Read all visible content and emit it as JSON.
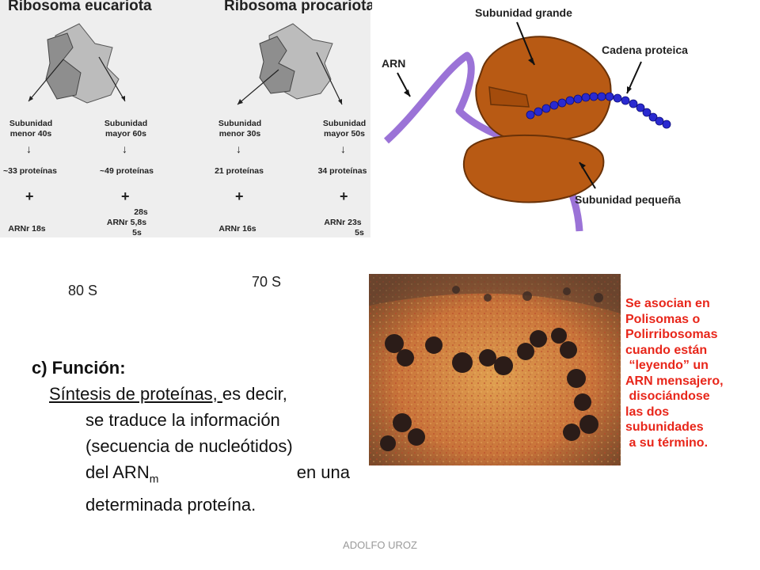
{
  "diagram": {
    "eucariota": {
      "title": "Ribosoma eucariota",
      "menor": {
        "line1": "Subunidad",
        "line2": "menor 40s",
        "proteins": "~33 proteínas",
        "rna": "ARNr 18s"
      },
      "mayor": {
        "line1": "Subunidad",
        "line2": "mayor 60s",
        "proteins": "~49 proteínas",
        "rna_top": "28s",
        "rna_main": "ARNr 5,8s",
        "rna_bottom": "5s"
      }
    },
    "procariota": {
      "title": "Ribosoma procariota",
      "menor": {
        "line1": "Subunidad",
        "line2": "menor 30s",
        "proteins": "21 proteínas",
        "rna": "ARNr 16s"
      },
      "mayor": {
        "line1": "Subunidad",
        "line2": "mayor 50s",
        "proteins": "34 proteínas",
        "rna_main": "ARNr 23s",
        "rna_bottom": "5s"
      }
    },
    "plus": "+",
    "arrow": "↓"
  },
  "ribosome_3d": {
    "labels": {
      "large": "Subunidad grande",
      "rna": "ARN",
      "chain": "Cadena proteica",
      "small": "Subunidad pequeña"
    },
    "colors": {
      "subunit": "#b85a14",
      "outline": "#6a3208",
      "rna": "#8a5ad0",
      "chain": "#2a2ad0"
    }
  },
  "sedimentation": {
    "eucariota": "80 S",
    "procariota": "70 S"
  },
  "funcion": {
    "heading": "c) Función:",
    "underlined": "Síntesis de proteínas, ",
    "rest1": "es decir,",
    "line2": "se traduce la información",
    "line3": "(secuencia de nucleótidos)",
    "line4_pre": "del ARN",
    "line4_sub": "m",
    "line4_post": " en una",
    "line5": "determinada proteína."
  },
  "polisoma_note": {
    "lines": [
      "Se asocian en",
      "Polisomas o",
      "Polirribosomas",
      "cuando están",
      " “leyendo” un",
      "ARN mensajero,",
      " disociándose",
      "las dos",
      "subunidades",
      " a su término."
    ],
    "color": "#e8261a"
  },
  "footer": "ADOLFO UROZ"
}
